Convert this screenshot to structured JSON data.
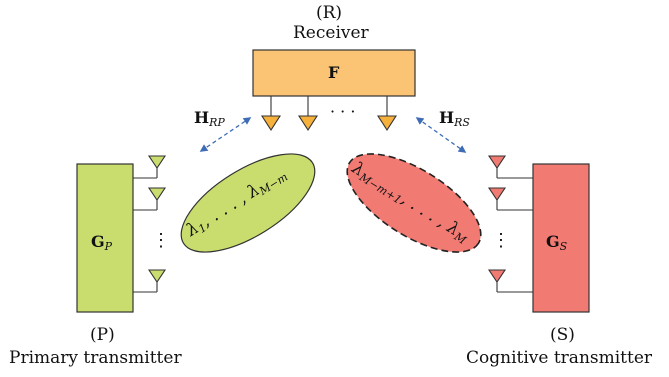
{
  "receiver": {
    "tag": "(R)",
    "name": "Receiver",
    "matrix": "F",
    "dots": "· · ·",
    "color": "#FBC474"
  },
  "primary": {
    "tag": "(P)",
    "name": "Primary transmitter",
    "matrix": "G",
    "matrix_sub": "P",
    "color": "#C9DD6E",
    "ellipse_color": "#C9DD6E",
    "ellipse_text": "λ",
    "ellipse_sub1": "1",
    "ellipse_mid": ", . . . , λ",
    "ellipse_sub2": "M−m"
  },
  "cognitive": {
    "tag": "(S)",
    "name": "Cognitive transmitter",
    "matrix": "G",
    "matrix_sub": "S",
    "color": "#F17A73",
    "ellipse_color": "#F17A73",
    "ellipse_text": "λ",
    "ellipse_sub1": "M−m+1",
    "ellipse_mid": ", . . . , λ",
    "ellipse_sub2": "M"
  },
  "channels": {
    "rp_sym": "H",
    "rp_sub": "RP",
    "rs_sym": "H",
    "rs_sub": "RS",
    "arrow_color": "#3E6DB5"
  },
  "vdots": "⋮"
}
